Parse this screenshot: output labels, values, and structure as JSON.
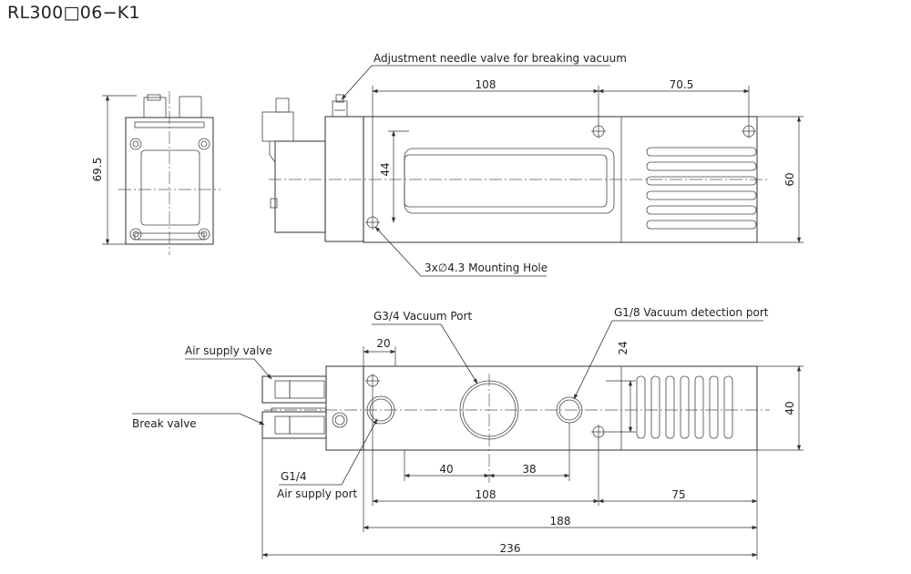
{
  "title": "RL300□06−K1",
  "top_view": {
    "needle_valve_label": "Adjustment needle valve for breaking vacuum",
    "mounting_hole_label": "3x∅4.3 Mounting Hole",
    "dim_108": "108",
    "dim_70_5": "70.5",
    "dim_44": "44",
    "dim_60": "60"
  },
  "end_view": {
    "dim_69_5": "69.5"
  },
  "front_view": {
    "vacuum_port_label": "G3/4 Vacuum Port",
    "detection_port_label": "G1/8 Vacuum detection port",
    "air_supply_valve_label": "Air supply valve",
    "break_valve_label": "Break valve",
    "air_port_thread": "G1/4",
    "air_port_label": "Air supply port",
    "dim_20": "20",
    "dim_24": "24",
    "dim_40_height": "40",
    "dim_40": "40",
    "dim_38": "38",
    "dim_108": "108",
    "dim_75": "75",
    "dim_188": "188",
    "dim_236": "236"
  }
}
